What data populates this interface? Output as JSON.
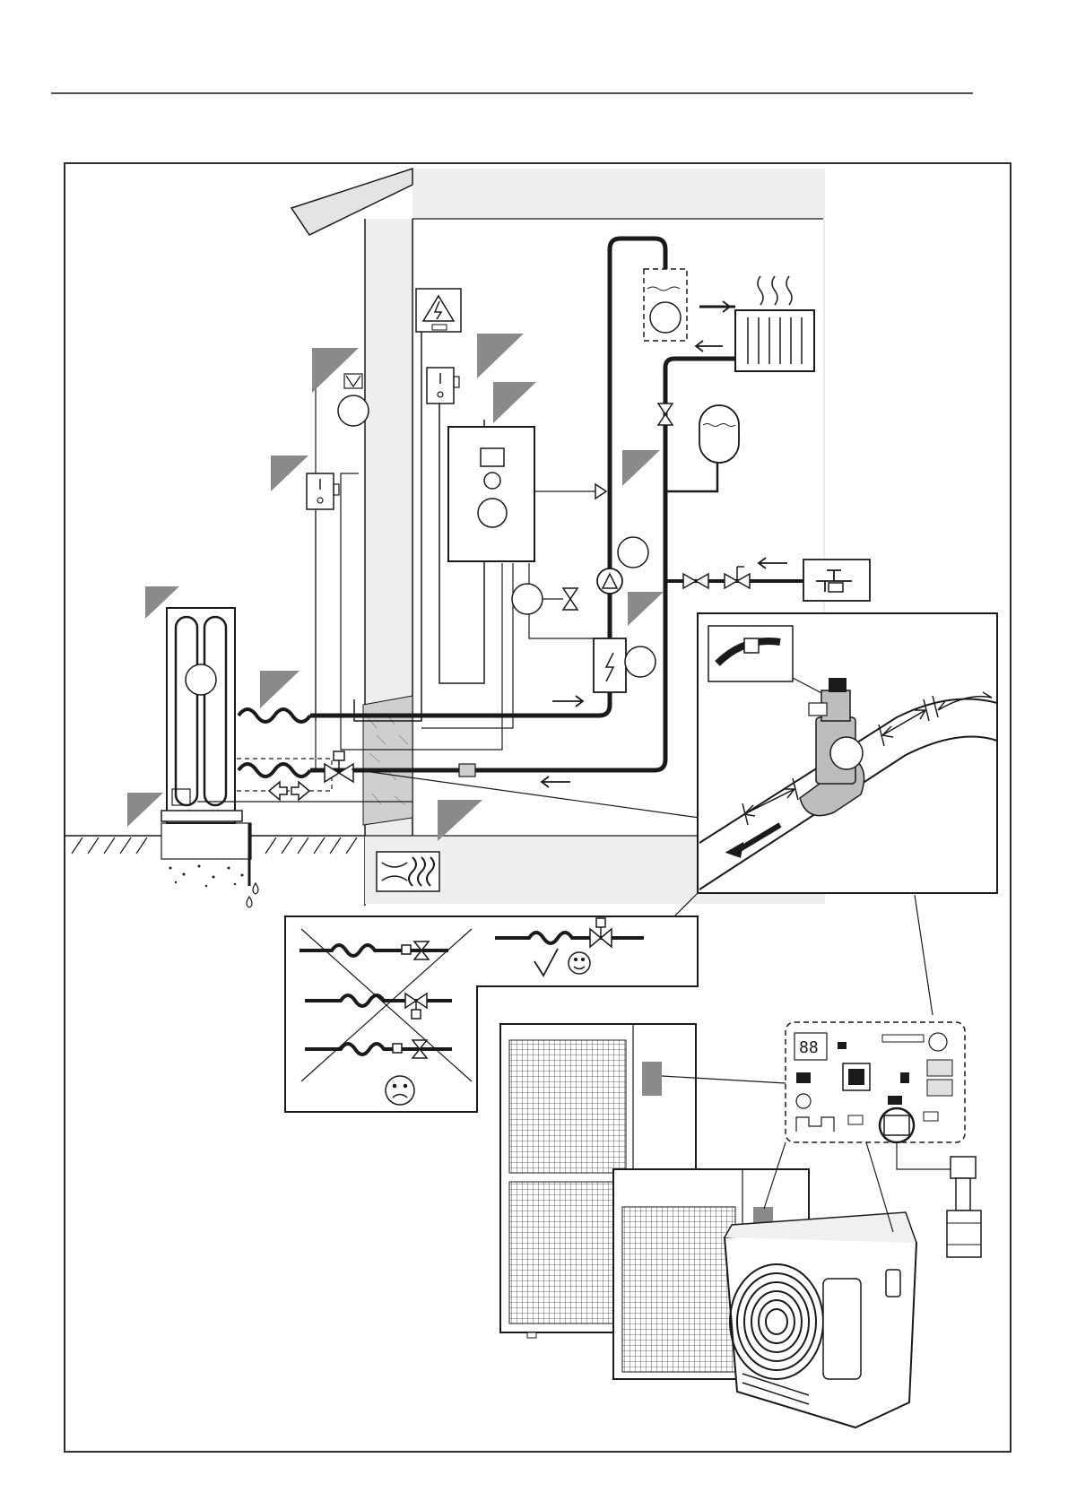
{
  "document": {
    "header_rule": true,
    "frame": true
  },
  "diagram": {
    "type": "heat-pump installation schematic",
    "callout_markers": 10,
    "numbered_circles": 12,
    "comparison_panel": {
      "wrong_examples": 3,
      "correct_examples": 1,
      "symbols": [
        "check-mark",
        "smile-face",
        "frown-face"
      ]
    }
  },
  "icons": {
    "high_voltage": "lightning-warning-icon",
    "radiator": "radiator-icon",
    "heat_waves": "heat-waves-icon",
    "tap": "water-tap-icon",
    "pump": "circulation-pump-icon",
    "expansion_vessel": "expansion-vessel-icon",
    "switch": "isolator-switch-icon",
    "wall_insulation": "insulation-symbol-icon",
    "valve": "valve-icon",
    "flow_arrow": "flow-arrow-icon",
    "control_board": "pcb-board-icon",
    "fan": "fan-icon",
    "drop": "water-drop-icon"
  },
  "colors": {
    "line": "#1a1a1a",
    "marker": "#8a8a8a",
    "wall": "#e8e8e8",
    "insulation": "#cfcfcf",
    "pipe_highlight": "#bdbdbd",
    "panel_bg": "#ffffff",
    "board_pad": "#e0e0e0"
  }
}
